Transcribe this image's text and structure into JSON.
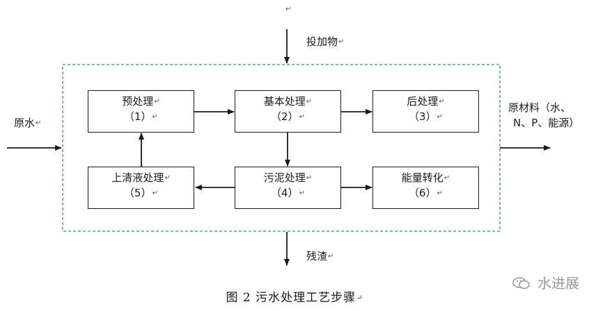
{
  "para_mark": "↵",
  "top_input_label": "投加物",
  "left_input_label": "原水",
  "right_output_label_line1": "原材料（水、",
  "right_output_label_line2": "N、P、能源）",
  "bottom_output_label": "残渣",
  "boxes": [
    {
      "name": "预处理",
      "num": "（1）"
    },
    {
      "name": "基本处理",
      "num": "（2）"
    },
    {
      "name": "后处理",
      "num": "（3）"
    },
    {
      "name": "能量转化",
      "num": "（6）"
    },
    {
      "name": "污泥处理",
      "num": "（4）"
    },
    {
      "name": "上清液处理",
      "num": "（5）"
    }
  ],
  "caption": "图 2    污水处理工艺步骤",
  "watermark": "水进展",
  "watermark_icon": "wechat-icon",
  "colors": {
    "boundary_dashed": "#2e9e4e",
    "line": "#1a1a1a",
    "watermark": "#9a9a9a"
  }
}
